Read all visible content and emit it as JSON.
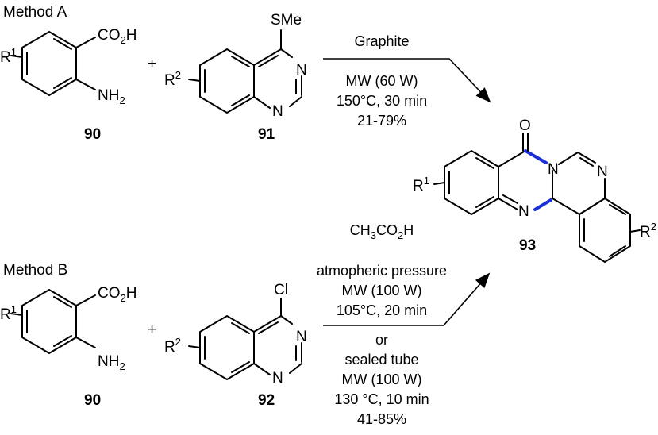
{
  "methods": {
    "a": "Method A",
    "b": "Method B"
  },
  "plus": "+",
  "compounds": {
    "c90": "90",
    "c91": "91",
    "c92": "92",
    "c93": "93"
  },
  "atoms": {
    "co2h": "CO",
    "co2h_sub": "2",
    "co2h_h": "H",
    "nh2": "NH",
    "nh2_sub": "2",
    "r": "R",
    "r1_sup": "1",
    "r2_sup": "2",
    "sme": "SMe",
    "cl": "Cl",
    "n": "N",
    "o": "O"
  },
  "conditions_a": [
    "Graphite",
    "MW (60 W)",
    "150°C, 30 min",
    "21-79%"
  ],
  "conditions_b": {
    "reagent": "CH",
    "reagent_sub1": "3",
    "reagent_mid": "CO",
    "reagent_sub2": "2",
    "reagent_end": "H",
    "lines": [
      "atmopheric pressure",
      "MW (100 W)",
      "105°C, 20 min",
      "or",
      "sealed tube",
      "MW (100 W)",
      "130 °C, 10 min",
      "41-85%"
    ]
  },
  "colors": {
    "highlight_bond": "#1a2fd6",
    "ink": "#000000"
  }
}
